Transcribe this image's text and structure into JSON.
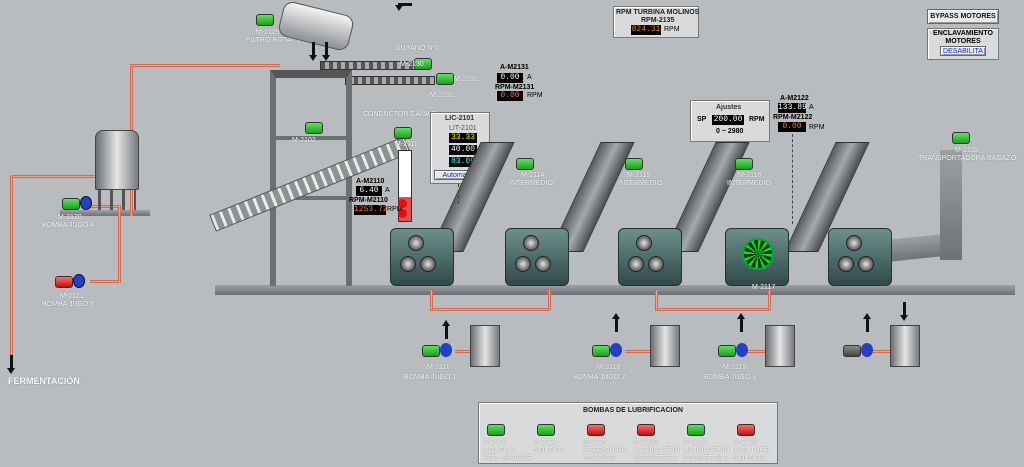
{
  "turbine": {
    "title": "RPM TURBINA MOLINOS",
    "tag": "RPM-2135",
    "value": "824.31",
    "unit": "RPM"
  },
  "buttons": {
    "bypass": "BYPASS MOTORES",
    "interlock_title": "ENCLAVAMIENTO MOTORES",
    "interlock_state": "DESABILITA"
  },
  "filter": {
    "tag": "M-2129",
    "name": "FILTRO ROTATIV"
  },
  "gusano": {
    "name": "GUSANO Nº1",
    "tag1": "M-2130",
    "tag2": "M-2131"
  },
  "a2131": {
    "amp_tag": "A-M2131",
    "amp": "0.00",
    "amp_unit": "A",
    "rpm_tag": "RPM-M2131",
    "rpm": "0.00",
    "rpm_unit": "RPM"
  },
  "conveyor": {
    "name": "CONDUCTOR CAÑA 3",
    "tag": "M-2110",
    "tag2": "M-2102"
  },
  "lic": {
    "title": "LIC-2101",
    "lit": "LIT-2101",
    "pv": "33.33",
    "sp": "40.00",
    "out": "83.09",
    "pct": "%",
    "mode": "Automatico"
  },
  "a2110": {
    "amp_tag": "A-M2110",
    "amp": "6.40",
    "amp_unit": "A",
    "rpm_tag": "RPM-M2110",
    "rpm": "1253.72",
    "rpm_unit": "RPM"
  },
  "ajustes": {
    "title": "Ajustes",
    "sp_label": "SP",
    "sp": "200.00",
    "unit": "RPM",
    "range": "0 ~ 2980"
  },
  "a2122": {
    "amp_tag": "A-M2122",
    "amp": "133.89",
    "amp_unit": "A",
    "rpm_tag": "RPM-M2122",
    "rpm": "0.00",
    "rpm_unit": "RPM"
  },
  "mills": [
    {
      "tag": "M-2114",
      "name": "INTERMEDIO"
    },
    {
      "tag": "M-2115",
      "name": "INTERMEDIO"
    },
    {
      "tag": "M-2116",
      "name": "INTERMEDIO"
    },
    {
      "tag": "M-2117",
      "name": ""
    }
  ],
  "transport": {
    "tag": "M-2133",
    "name": "TRANSPORTADORA BAGAZO"
  },
  "pumps_left": [
    {
      "tag": "M-2120",
      "name": "BOMBA JUGO 4"
    },
    {
      "tag": "M-2121",
      "name": "BOMBA JUGO 5"
    }
  ],
  "pumps_bottom": [
    {
      "tag": "M-2116",
      "name": "BOMBA JUGO 1"
    },
    {
      "tag": "M-2118",
      "name": "BOMBA JUGO 2"
    },
    {
      "tag": "M-2119",
      "name": "BOMBA JUGO 3"
    }
  ],
  "fermentation": "FERMENTACIÓN",
  "lubrication": {
    "title": "BOMBAS DE LUBRIFICACION",
    "items": [
      {
        "tag": "M-2123",
        "l1": "MOLINO 4",
        "l2": "RED. GRANDE",
        "state": "green"
      },
      {
        "tag": "M-2124",
        "l1": "MOLINO 4",
        "l2": "",
        "state": "green"
      },
      {
        "tag": "M-2125",
        "l1": "PRESION HD",
        "l2": "MOLINOS",
        "state": "red"
      },
      {
        "tag": "M-2126",
        "l1": "LUBRICATION",
        "l2": "COJINETES 1",
        "state": "red"
      },
      {
        "tag": "M-2127",
        "l1": "LUBRICATION",
        "l2": "COJINETES 2",
        "state": "green"
      },
      {
        "tag": "M-2128",
        "l1": "LUB. TURB",
        "l2": "MOLINOS",
        "state": "red"
      }
    ]
  },
  "colors": {
    "bg": "#b9bcbf",
    "run": "#22b022",
    "stop": "#d11919",
    "pipe": "#f6a08a"
  }
}
